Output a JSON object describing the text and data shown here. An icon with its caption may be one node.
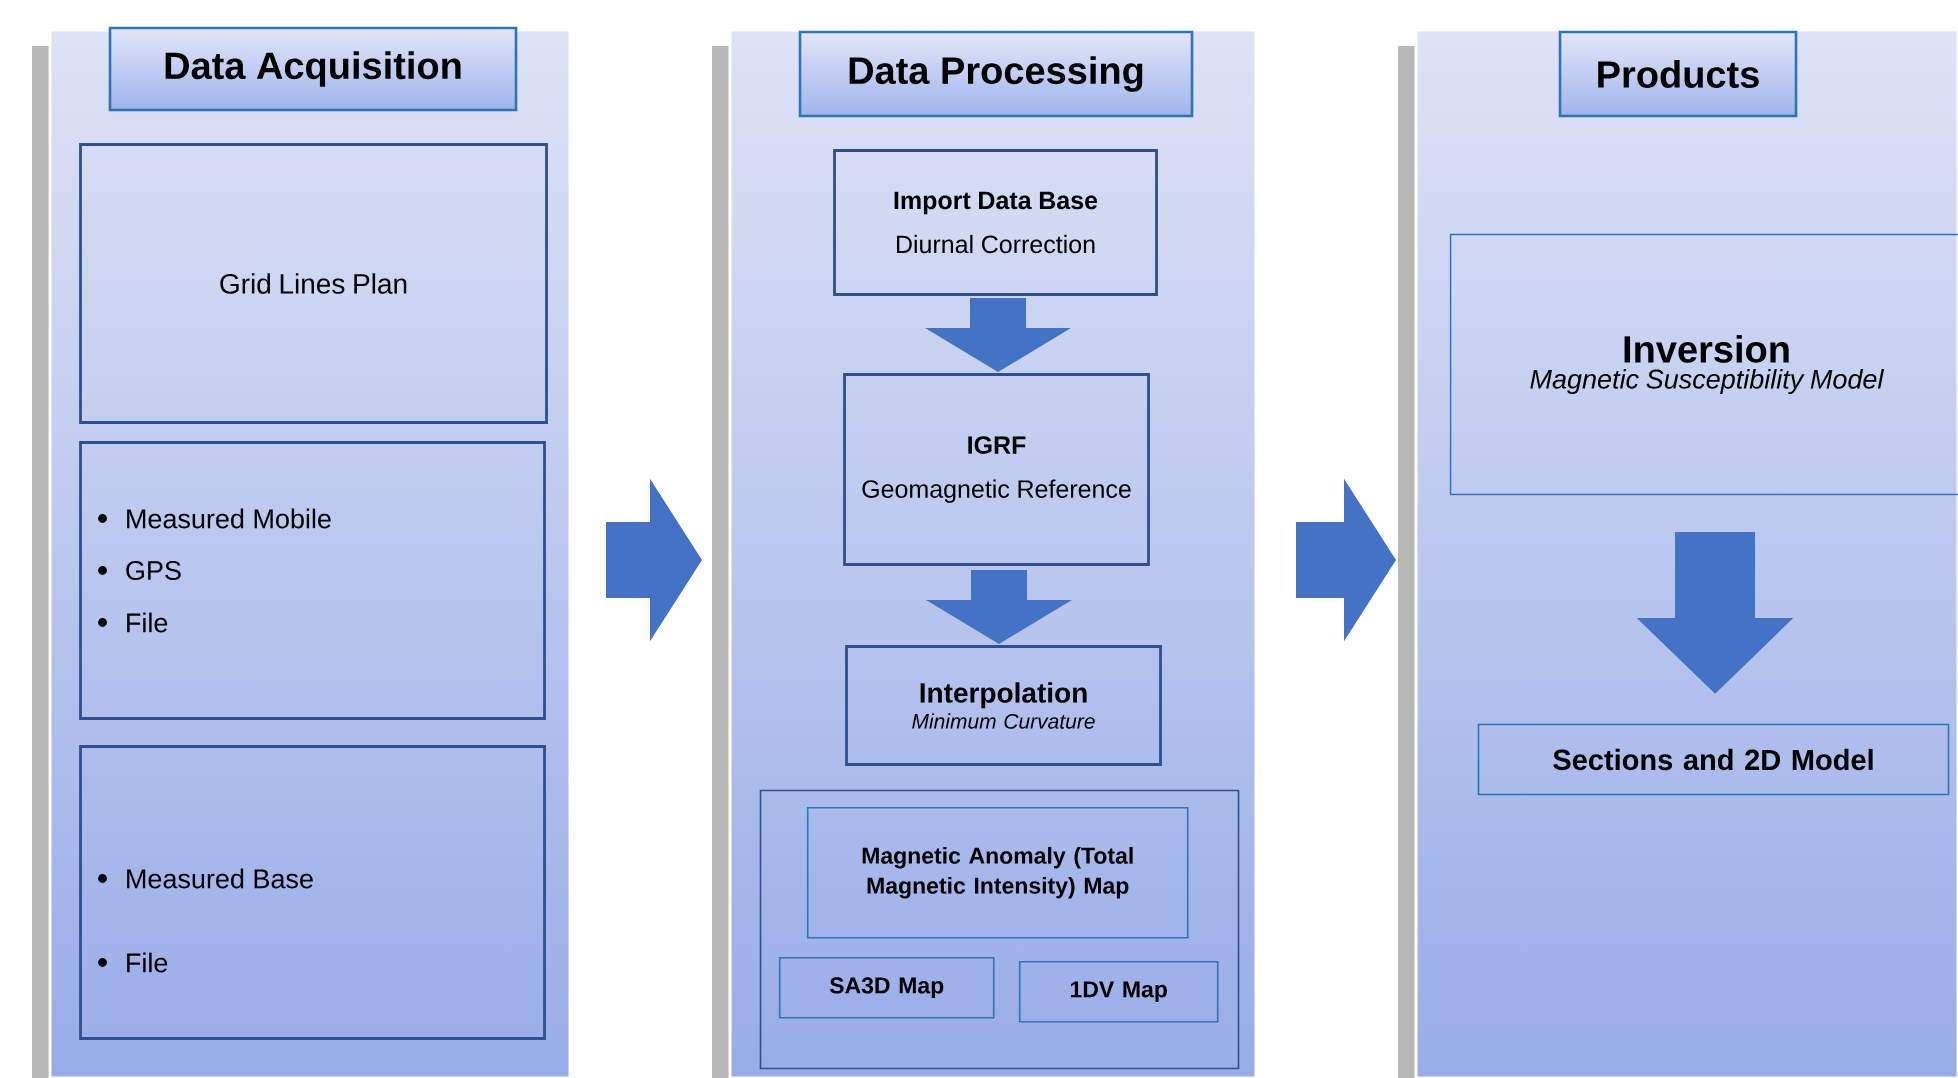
{
  "diagram": {
    "nodes": [
      {
        "text": [
          "Data Acquisition"
        ]
      },
      {
        "text": [
          "Grid Lines Plan"
        ],
        "in": 0
      },
      {
        "text": [
          "Measured Mobile",
          "GPS",
          "File"
        ],
        "in": 0
      },
      {
        "text": [
          "Measured Base",
          "File"
        ],
        "in": 0
      },
      {
        "text": [
          "Data Processing"
        ]
      },
      {
        "text": [
          "Import Data Base",
          "Diurnal Correction"
        ],
        "in": 4
      },
      {
        "text": [
          "IGRF",
          "Geomagnetic Reference"
        ],
        "in": 4
      },
      {
        "text": [
          "Interpolation",
          "Minimum Curvature"
        ],
        "in": 4
      },
      {
        "text": [],
        "shape": "box",
        "in": 4
      },
      {
        "text": [
          "Magnetic Anomaly (Total Magnetic Intensity) Map"
        ],
        "in": 8
      },
      {
        "text": [
          "SA3D Map"
        ],
        "in": 8
      },
      {
        "text": [
          "1DV Map"
        ],
        "in": 8
      },
      {
        "text": [
          "Products"
        ]
      },
      {
        "text": [
          "Inversion",
          "Magnetic Susceptibility Model"
        ],
        "in": 12
      },
      {
        "text": [
          "Sections and 2D Model"
        ],
        "in": 12
      }
    ],
    "edges": [
      {
        "from": 0,
        "to": 4,
        "arrow": "to"
      },
      {
        "from": 4,
        "to": 12,
        "arrow": "to"
      },
      {
        "from": 5,
        "to": 6,
        "arrow": "to"
      },
      {
        "from": 6,
        "to": 7,
        "arrow": "to"
      },
      {
        "from": 13,
        "to": 14,
        "arrow": "to"
      }
    ]
  }
}
